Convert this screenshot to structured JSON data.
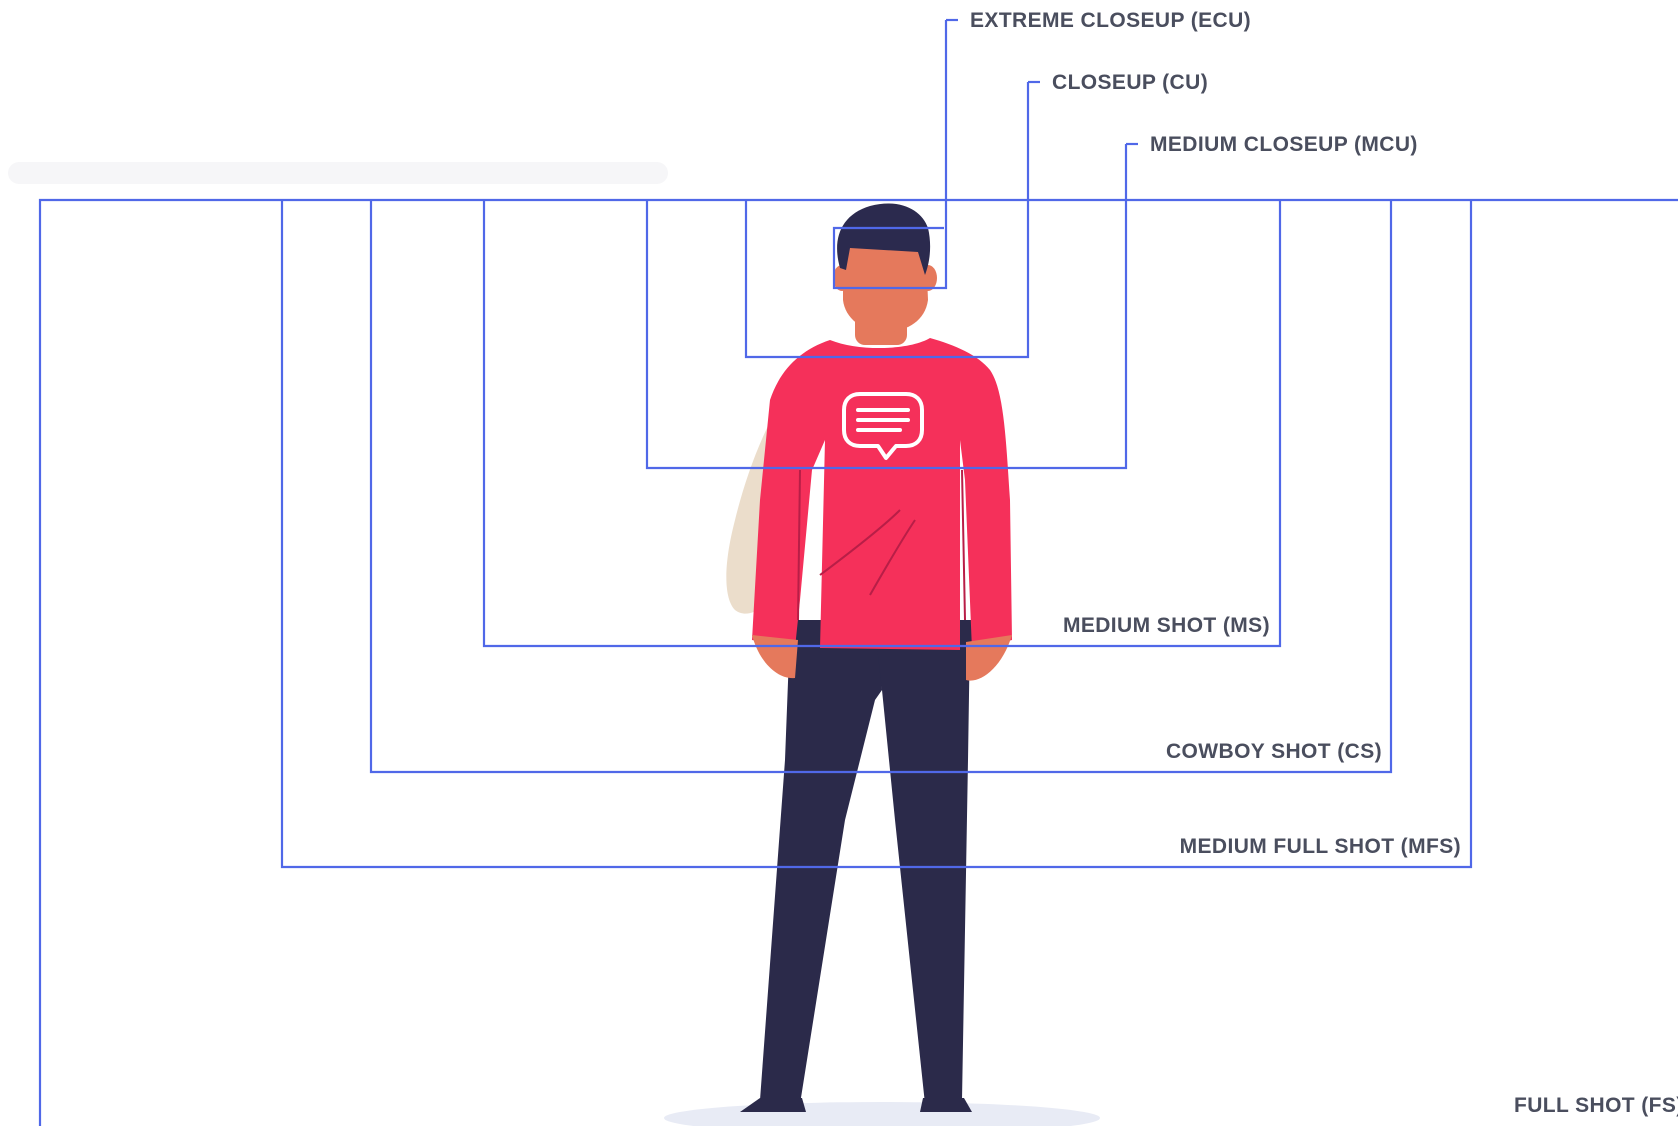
{
  "colors": {
    "frame_line": "#5068E8",
    "label_text": "#4A4E5E",
    "skin": "#E5795C",
    "hair": "#2B2A4E",
    "sweater": "#F5305A",
    "sweater_fold": "#B81E47",
    "pants": "#2B2A4A",
    "bag": "#EBDDCB",
    "ground": "#E8EBF5",
    "banner": "#F6F6F8"
  },
  "icon": "speech-bubble-icon",
  "shots": [
    {
      "key": "ecu",
      "label": "EXTREME CLOSEUP (ECU)"
    },
    {
      "key": "cu",
      "label": "CLOSEUP (CU)"
    },
    {
      "key": "mcu",
      "label": "MEDIUM CLOSEUP (MCU)"
    },
    {
      "key": "ms",
      "label": "MEDIUM SHOT (MS)"
    },
    {
      "key": "cs",
      "label": "COWBOY SHOT (CS)"
    },
    {
      "key": "mfs",
      "label": "MEDIUM FULL SHOT (MFS)"
    },
    {
      "key": "fs",
      "label": "FULL SHOT (FS)"
    }
  ]
}
